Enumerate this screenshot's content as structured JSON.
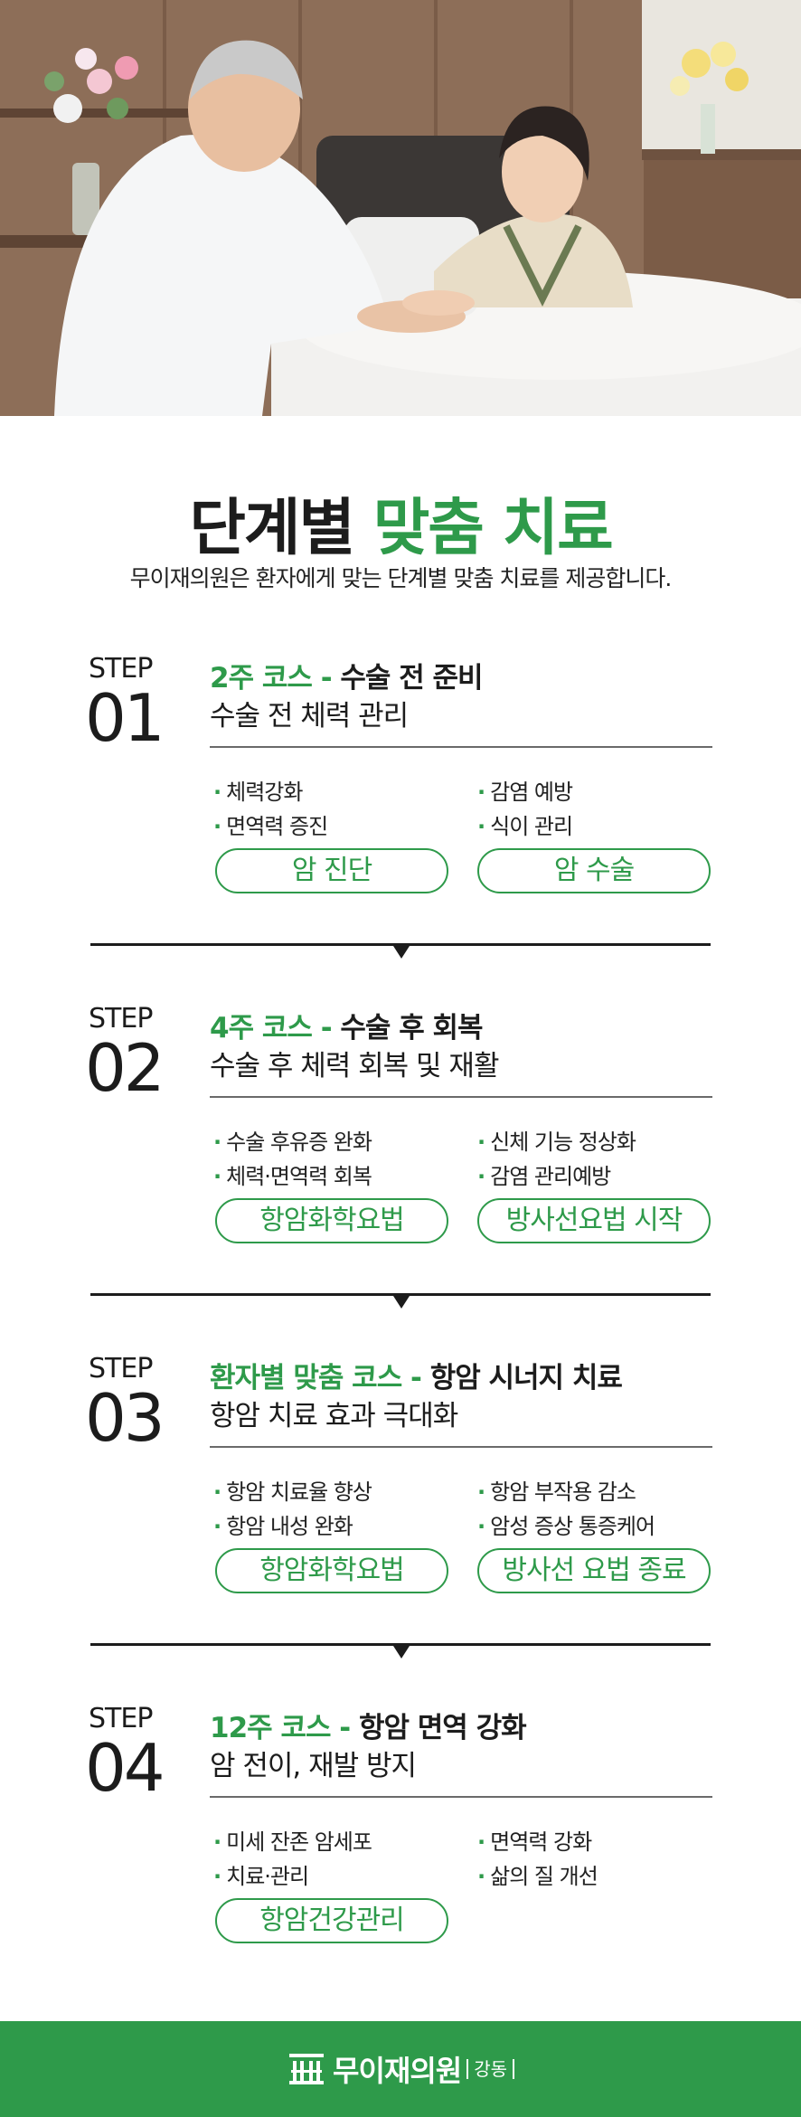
{
  "hero": {
    "image": "doctor-holding-patient-hands-photo"
  },
  "title": {
    "part1": "단계별",
    "part2": "맞춤 치료"
  },
  "subtitle": "무이재의원은 환자에게 맞는 단계별 맞춤 치료를 제공합니다.",
  "steps": [
    {
      "label": "STEP",
      "number": "01",
      "course": "2주 코스",
      "separator": " - ",
      "phase": "수술 전 준비",
      "subtitle": "수술 전 체력 관리",
      "bullets": [
        "체력강화",
        "감염 예방",
        "면역력 증진",
        "식이 관리"
      ],
      "pills": [
        "암 진단",
        "암 수술"
      ]
    },
    {
      "label": "STEP",
      "number": "02",
      "course": "4주 코스",
      "separator": " - ",
      "phase": "수술 후 회복",
      "subtitle": "수술 후 체력 회복 및 재활",
      "bullets": [
        "수술 후유증 완화",
        "신체 기능 정상화",
        "체력·면역력 회복",
        "감염 관리예방"
      ],
      "pills": [
        "항암화학요법",
        "방사선요법 시작"
      ]
    },
    {
      "label": "STEP",
      "number": "03",
      "course": "환자별 맞춤 코스",
      "separator": " - ",
      "phase": "항암 시너지 치료",
      "subtitle": "항암 치료 효과 극대화",
      "bullets": [
        "항암 치료율 향상",
        "항암 부작용 감소",
        "항암 내성 완화",
        "암성 증상 통증케어"
      ],
      "pills": [
        "항암화학요법",
        "방사선 요법 종료"
      ]
    },
    {
      "label": "STEP",
      "number": "04",
      "course": "12주 코스",
      "separator": " - ",
      "phase": "항암 면역 강화",
      "subtitle": "암 전이, 재발 방지",
      "bullets": [
        "미세 잔존 암세포",
        "면역력 강화",
        "치료·관리",
        "삶의 질 개선"
      ],
      "pills": [
        "항암건강관리"
      ]
    }
  ],
  "footer": {
    "logo_name": "무이재의원",
    "branch": "강동",
    "logo_icon": "clinic-logo-icon"
  },
  "colors": {
    "accent": "#2e9a4a",
    "text": "#1c1c1c",
    "footer_bg": "#2e9a4a"
  }
}
